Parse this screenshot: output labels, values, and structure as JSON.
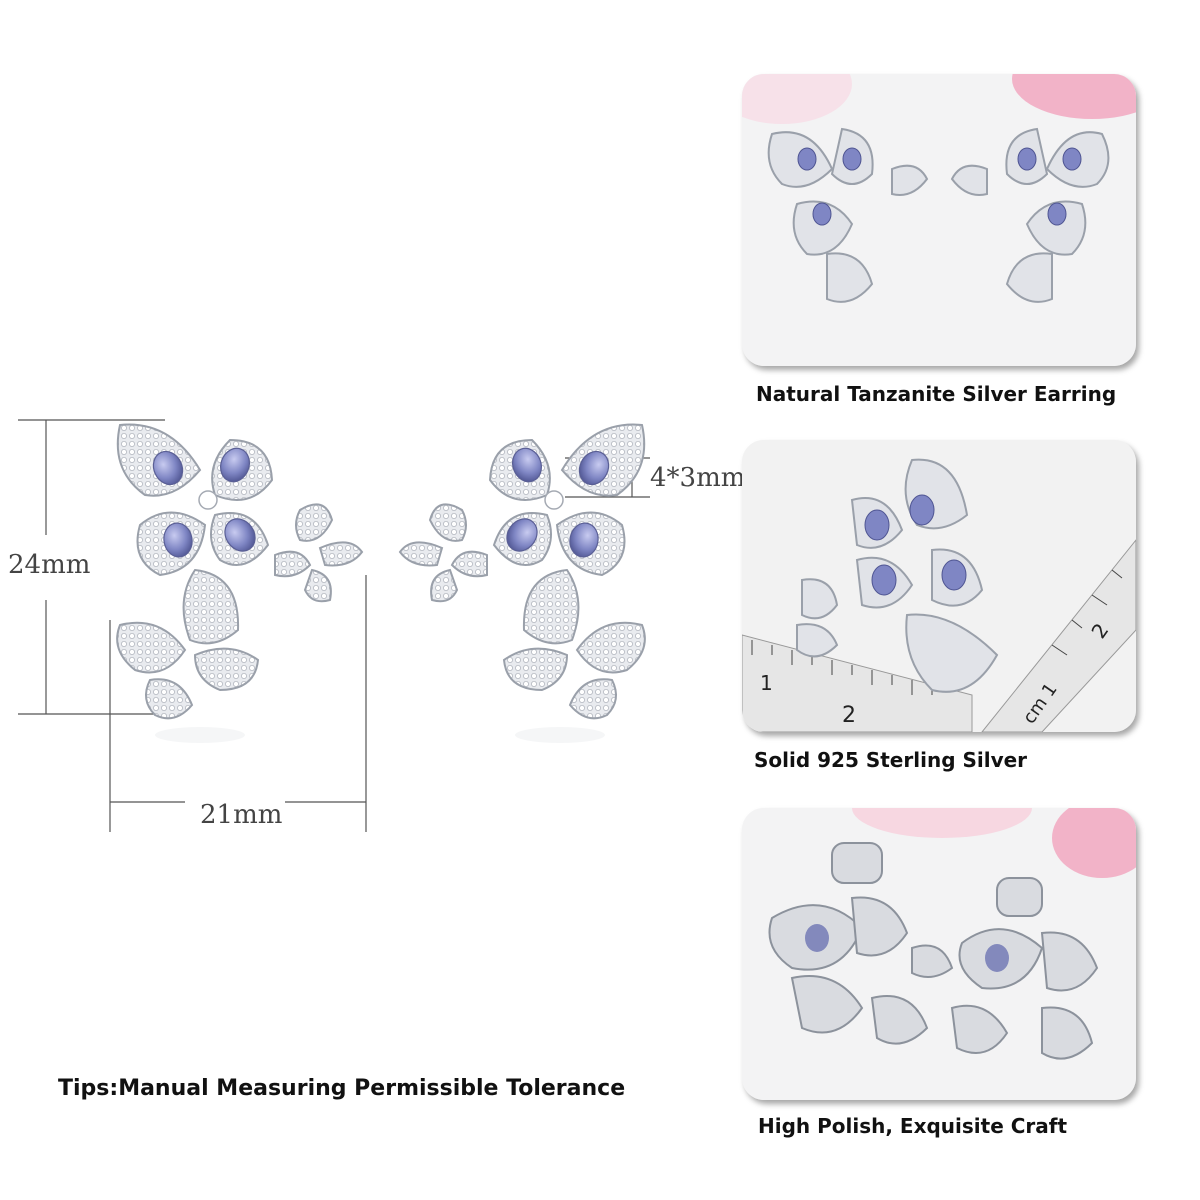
{
  "dimensions": {
    "height": "24mm",
    "width": "21mm",
    "stone": "4*3mm"
  },
  "tips": "Tips:Manual Measuring Permissible Tolerance",
  "cards": [
    {
      "caption": "Natural Tanzanite Silver Earring"
    },
    {
      "caption": "Solid 925 Sterling Silver"
    },
    {
      "caption": "High Polish, Exquisite Craft"
    }
  ],
  "ruler": {
    "labels": [
      "1",
      "2",
      "cm 1",
      "2"
    ]
  },
  "colors": {
    "silver": "#c9ccd2",
    "tanzanite": "#7f86c4",
    "pink": "#f1a7bf",
    "text": "#111111"
  },
  "icons": [
    "earring-left",
    "earring-right",
    "ruler"
  ]
}
